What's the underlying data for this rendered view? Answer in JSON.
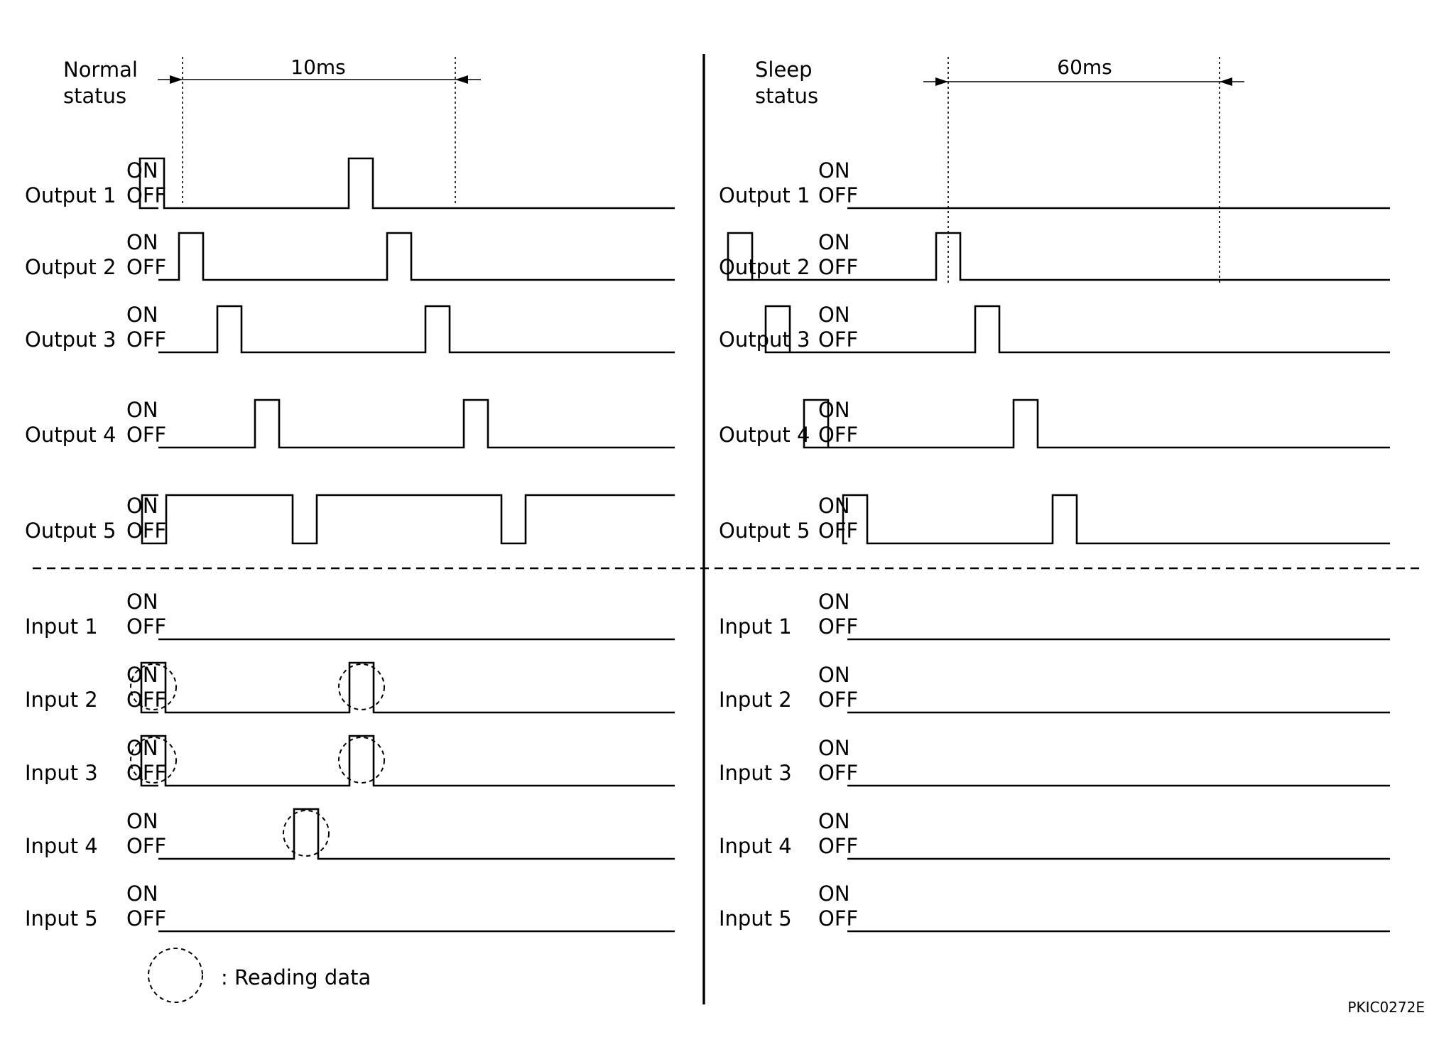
{
  "legend_text": ": Reading data",
  "figure_code": "PKIC0272E",
  "state_labels": {
    "on": "ON",
    "off": "OFF"
  },
  "normal": {
    "title_line1": "Normal",
    "title_line2": "status",
    "period_label": "10ms",
    "signals": [
      {
        "label": "Output 1",
        "initial": 0,
        "pulses": [
          197,
          491
        ]
      },
      {
        "label": "Output 2",
        "initial": 0,
        "pulses": [
          252,
          545
        ]
      },
      {
        "label": "Output 3",
        "initial": 0,
        "pulses": [
          306,
          599
        ]
      },
      {
        "label": "Output 4",
        "initial": 0,
        "pulses": [
          359,
          653
        ]
      },
      {
        "label": "Output 5",
        "initial": 1,
        "pulses": [
          200,
          412,
          706
        ]
      },
      {
        "label": "Input 1",
        "initial": 0,
        "pulses": []
      },
      {
        "label": "Input 2",
        "initial": 0,
        "pulses": [
          199,
          492
        ],
        "read_marks": [
          0,
          1
        ]
      },
      {
        "label": "Input 3",
        "initial": 0,
        "pulses": [
          199,
          492
        ],
        "read_marks": [
          0,
          1
        ]
      },
      {
        "label": "Input 4",
        "initial": 0,
        "pulses": [
          414
        ],
        "read_marks": [
          0
        ]
      },
      {
        "label": "Input 5",
        "initial": 0,
        "pulses": []
      }
    ]
  },
  "sleep": {
    "title_line1": "Sleep",
    "title_line2": "status",
    "period_label": "60ms",
    "signals": [
      {
        "label": "Output 1",
        "initial": 0,
        "pulses": []
      },
      {
        "label": "Output 2",
        "initial": 0,
        "pulses": [
          1025,
          1318
        ]
      },
      {
        "label": "Output 3",
        "initial": 0,
        "pulses": [
          1078,
          1373
        ]
      },
      {
        "label": "Output 4",
        "initial": 0,
        "pulses": [
          1132,
          1427
        ]
      },
      {
        "label": "Output 5",
        "initial": 0,
        "pulses": [
          1187,
          1482
        ]
      },
      {
        "label": "Input 1",
        "initial": 0,
        "pulses": []
      },
      {
        "label": "Input 2",
        "initial": 0,
        "pulses": []
      },
      {
        "label": "Input 3",
        "initial": 0,
        "pulses": []
      },
      {
        "label": "Input 4",
        "initial": 0,
        "pulses": []
      },
      {
        "label": "Input 5",
        "initial": 0,
        "pulses": []
      }
    ]
  }
}
